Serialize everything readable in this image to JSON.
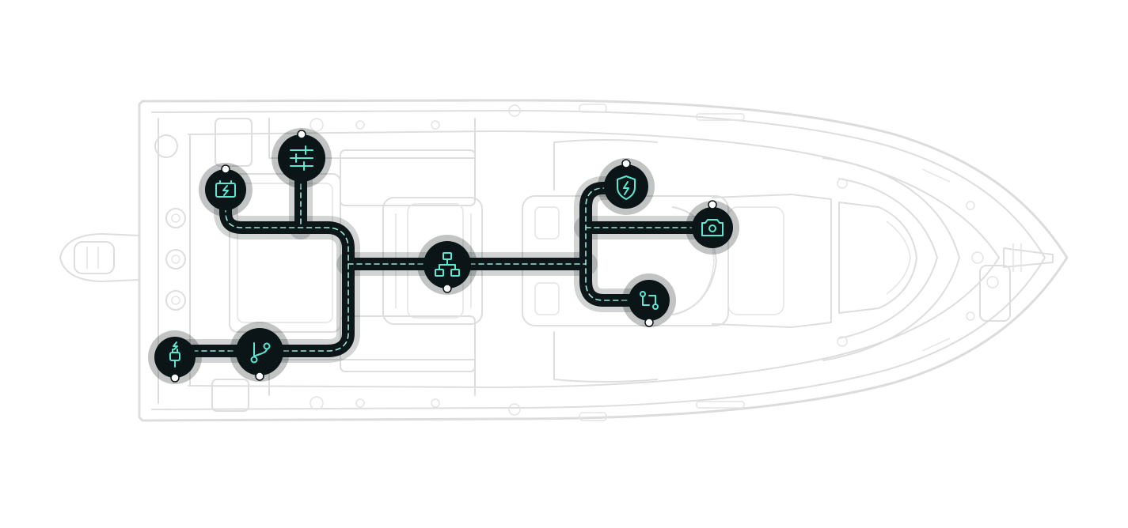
{
  "diagram": {
    "colors": {
      "background": "#ffffff",
      "hull_outline": "#dcdcdc",
      "node_fill": "#0b1416",
      "icon_accent": "#5ee6d2",
      "wire_dash": "#9fe6dc"
    },
    "nodes": [
      {
        "id": "battery",
        "icon": "battery-charging-icon"
      },
      {
        "id": "controls",
        "icon": "sliders-icon"
      },
      {
        "id": "protection",
        "icon": "shield-bolt-icon"
      },
      {
        "id": "camera-rotate",
        "icon": "camera-rotate-icon"
      },
      {
        "id": "network",
        "icon": "network-hierarchy-icon"
      },
      {
        "id": "connection",
        "icon": "git-compare-icon"
      },
      {
        "id": "power-plug",
        "icon": "plug-icon"
      },
      {
        "id": "branch",
        "icon": "git-branch-icon"
      }
    ]
  }
}
